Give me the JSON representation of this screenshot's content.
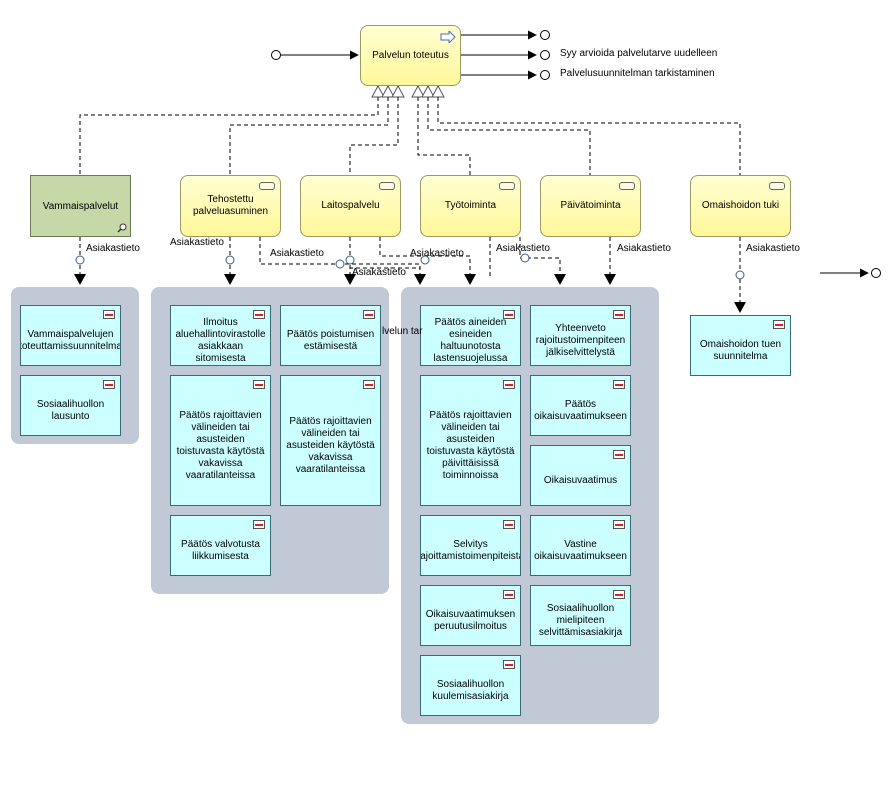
{
  "main_process": {
    "label": "Palvelun toteutus"
  },
  "outcomes": [
    "Syy arvioida palvelutarve uudelleen",
    "Palvelusuunnitelman tarkistaminen"
  ],
  "vammaispalvelut": {
    "label": "Vammaispalvelut"
  },
  "processes": {
    "tehostettu": "Tehostettu palveluasuminen",
    "laitos": "Laitospalvelu",
    "tyotoiminta": "Työtoiminta",
    "paivatoiminta": "Päivätoiminta",
    "omaishoito": "Omaishoidon tuki"
  },
  "flow_label": "Asiakastieto",
  "overlap_text": "lvelun tar",
  "documents": {
    "g1": [
      "Vammaispalvelujen toteuttamissuunnitelma",
      "Sosiaalihuollon lausunto"
    ],
    "g2": [
      "Ilmoitus aluehallintovirastolle asiakkaan sitomisesta",
      "Päätös poistumisen estämisestä",
      "Päätös rajoittavien välineiden tai asusteiden toistuvasta käytöstä vakavissa vaaratilanteissa",
      "Päätös rajoittavien välineiden tai asusteiden käytöstä vakavissa vaaratilanteissa",
      "Päätös valvotusta liikkumisesta"
    ],
    "g3a": [
      "Päätös aineiden esineiden haltuunotosta lastensuojelussa",
      "Päätös rajoittavien välineiden tai asusteiden toistuvasta käytöstä päivittäisissä toiminnoissa",
      "Selvitys rajoittamistoimenpiteistä",
      "Oikaisuvaatimuksen peruutusilmoitus",
      "Sosiaalihuollon kuulemisasiakirja"
    ],
    "g3b": [
      "Yhteenveto rajoitustoimenpiteen jälkiselvittelystä",
      "Päätös oikaisuvaatimukseen",
      "Oikaisuvaatimus",
      "Vastine oikaisuvaatimukseen",
      "Sosiaalihuollon mielipiteen selvittämisasiakirja"
    ],
    "g4": [
      "Omaishoidon tuen suunnitelma"
    ]
  }
}
